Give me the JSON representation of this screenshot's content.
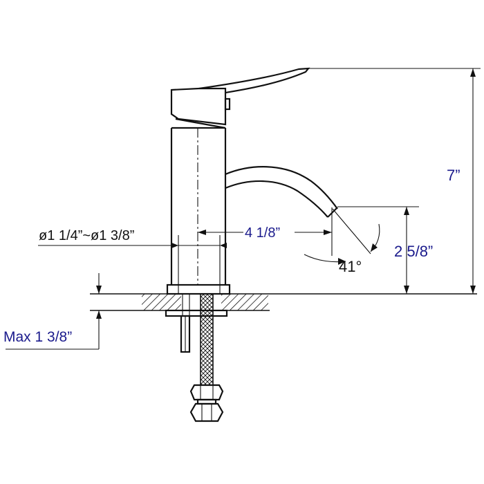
{
  "dimensions": {
    "height_total": "7”",
    "spout_height": "2 5/8”",
    "spout_reach": "4 1/8”",
    "spout_angle": "41°",
    "hole_diameter": "ø1 1/4”~ø1 3/8”",
    "max_deck_thickness": "Max 1 3/8”"
  },
  "colors": {
    "line": "#111111",
    "dimension_text_blue": "#1a1a8c",
    "dimension_text_black": "#111111"
  }
}
